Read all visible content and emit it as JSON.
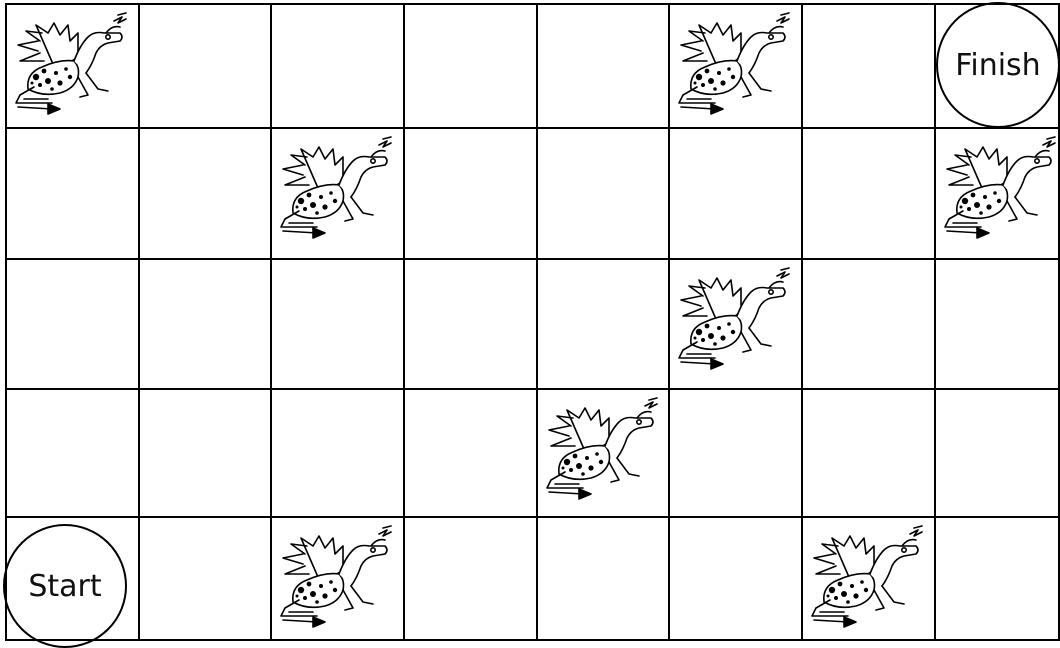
{
  "board": {
    "rows": 5,
    "cols": 8,
    "start_label": "Start",
    "finish_label": "Finish",
    "start_cell": [
      4,
      0
    ],
    "finish_cell": [
      0,
      7
    ],
    "dragon_cells": [
      [
        0,
        0
      ],
      [
        0,
        5
      ],
      [
        1,
        2
      ],
      [
        1,
        7
      ],
      [
        2,
        5
      ],
      [
        3,
        4
      ],
      [
        4,
        2
      ],
      [
        4,
        6
      ]
    ],
    "icons": {
      "dragon": "dragon-icon",
      "start": "start-marker",
      "finish": "finish-marker"
    }
  }
}
